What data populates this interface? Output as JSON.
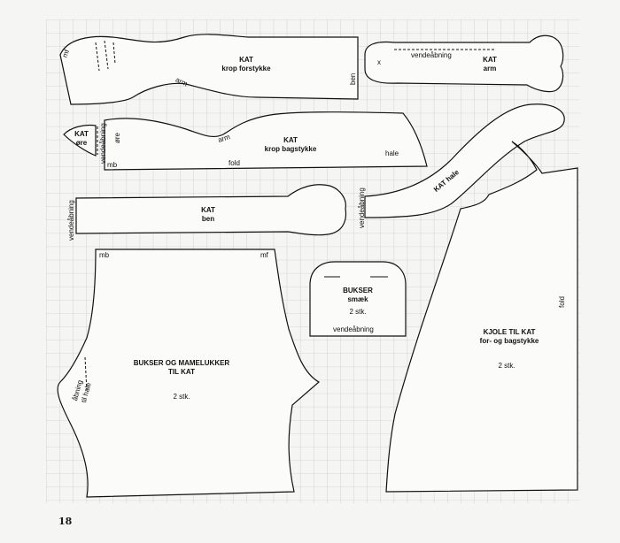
{
  "page": {
    "page_number": "18"
  },
  "pieces": {
    "body_front": {
      "title": "KAT",
      "subtitle": "krop forstykke",
      "labels": {
        "mf": "mf",
        "arm": "arm",
        "ben": "ben"
      }
    },
    "arm": {
      "title": "KAT",
      "subtitle": "arm",
      "labels": {
        "opening": "vendeåbning",
        "mark": "x"
      }
    },
    "ear": {
      "title": "KAT",
      "subtitle": "øre",
      "labels": {
        "ore": "øre",
        "opening": "vendeåbning"
      }
    },
    "body_back": {
      "title": "KAT",
      "subtitle": "krop bagstykke",
      "labels": {
        "mb": "mb",
        "fold": "fold",
        "arm": "arm",
        "tail": "hale"
      }
    },
    "leg": {
      "title": "KAT",
      "subtitle": "ben",
      "labels": {
        "opening": "vendeåbning"
      }
    },
    "tail": {
      "title": "KAT hale",
      "labels": {
        "opening": "vendeåbning"
      }
    },
    "trousers": {
      "title": "BUKSER OG MAMELUKKER",
      "subtitle": "TIL KAT",
      "count": "2 stk.",
      "labels": {
        "mb": "mb",
        "mf": "mf",
        "tail_opening_1": "åbning",
        "tail_opening_2": "til hale"
      }
    },
    "bib": {
      "title": "BUKSER",
      "subtitle": "smæk",
      "count": "2 stk.",
      "labels": {
        "opening": "vendeåbning"
      }
    },
    "dress": {
      "title": "KJOLE TIL KAT",
      "subtitle": "for- og bagstykke",
      "count": "2 stk.",
      "labels": {
        "fold": "fold"
      }
    }
  }
}
